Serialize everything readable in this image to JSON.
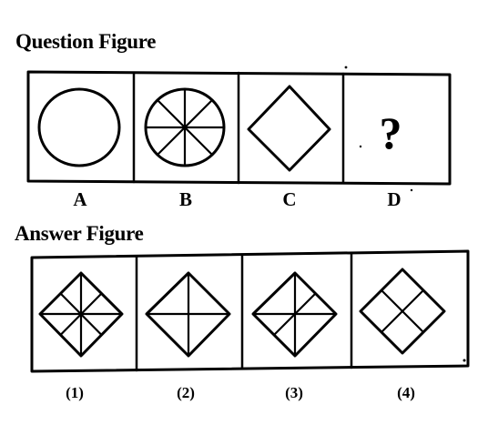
{
  "question": {
    "heading": "Question Figure",
    "cells": [
      {
        "label": "A",
        "figure": "circle-icon"
      },
      {
        "label": "B",
        "figure": "circle-eight-spokes-icon"
      },
      {
        "label": "C",
        "figure": "diamond-icon"
      },
      {
        "label": "D",
        "figure": "question-mark",
        "text": "?"
      }
    ]
  },
  "answer": {
    "heading": "Answer Figure",
    "options": [
      {
        "label": "(1)",
        "figure": "diamond-eight-spokes-icon"
      },
      {
        "label": "(2)",
        "figure": "diamond-four-spokes-icon"
      },
      {
        "label": "(3)",
        "figure": "diamond-six-spokes-icon"
      },
      {
        "label": "(4)",
        "figure": "diamond-cross-lines-icon"
      }
    ]
  }
}
